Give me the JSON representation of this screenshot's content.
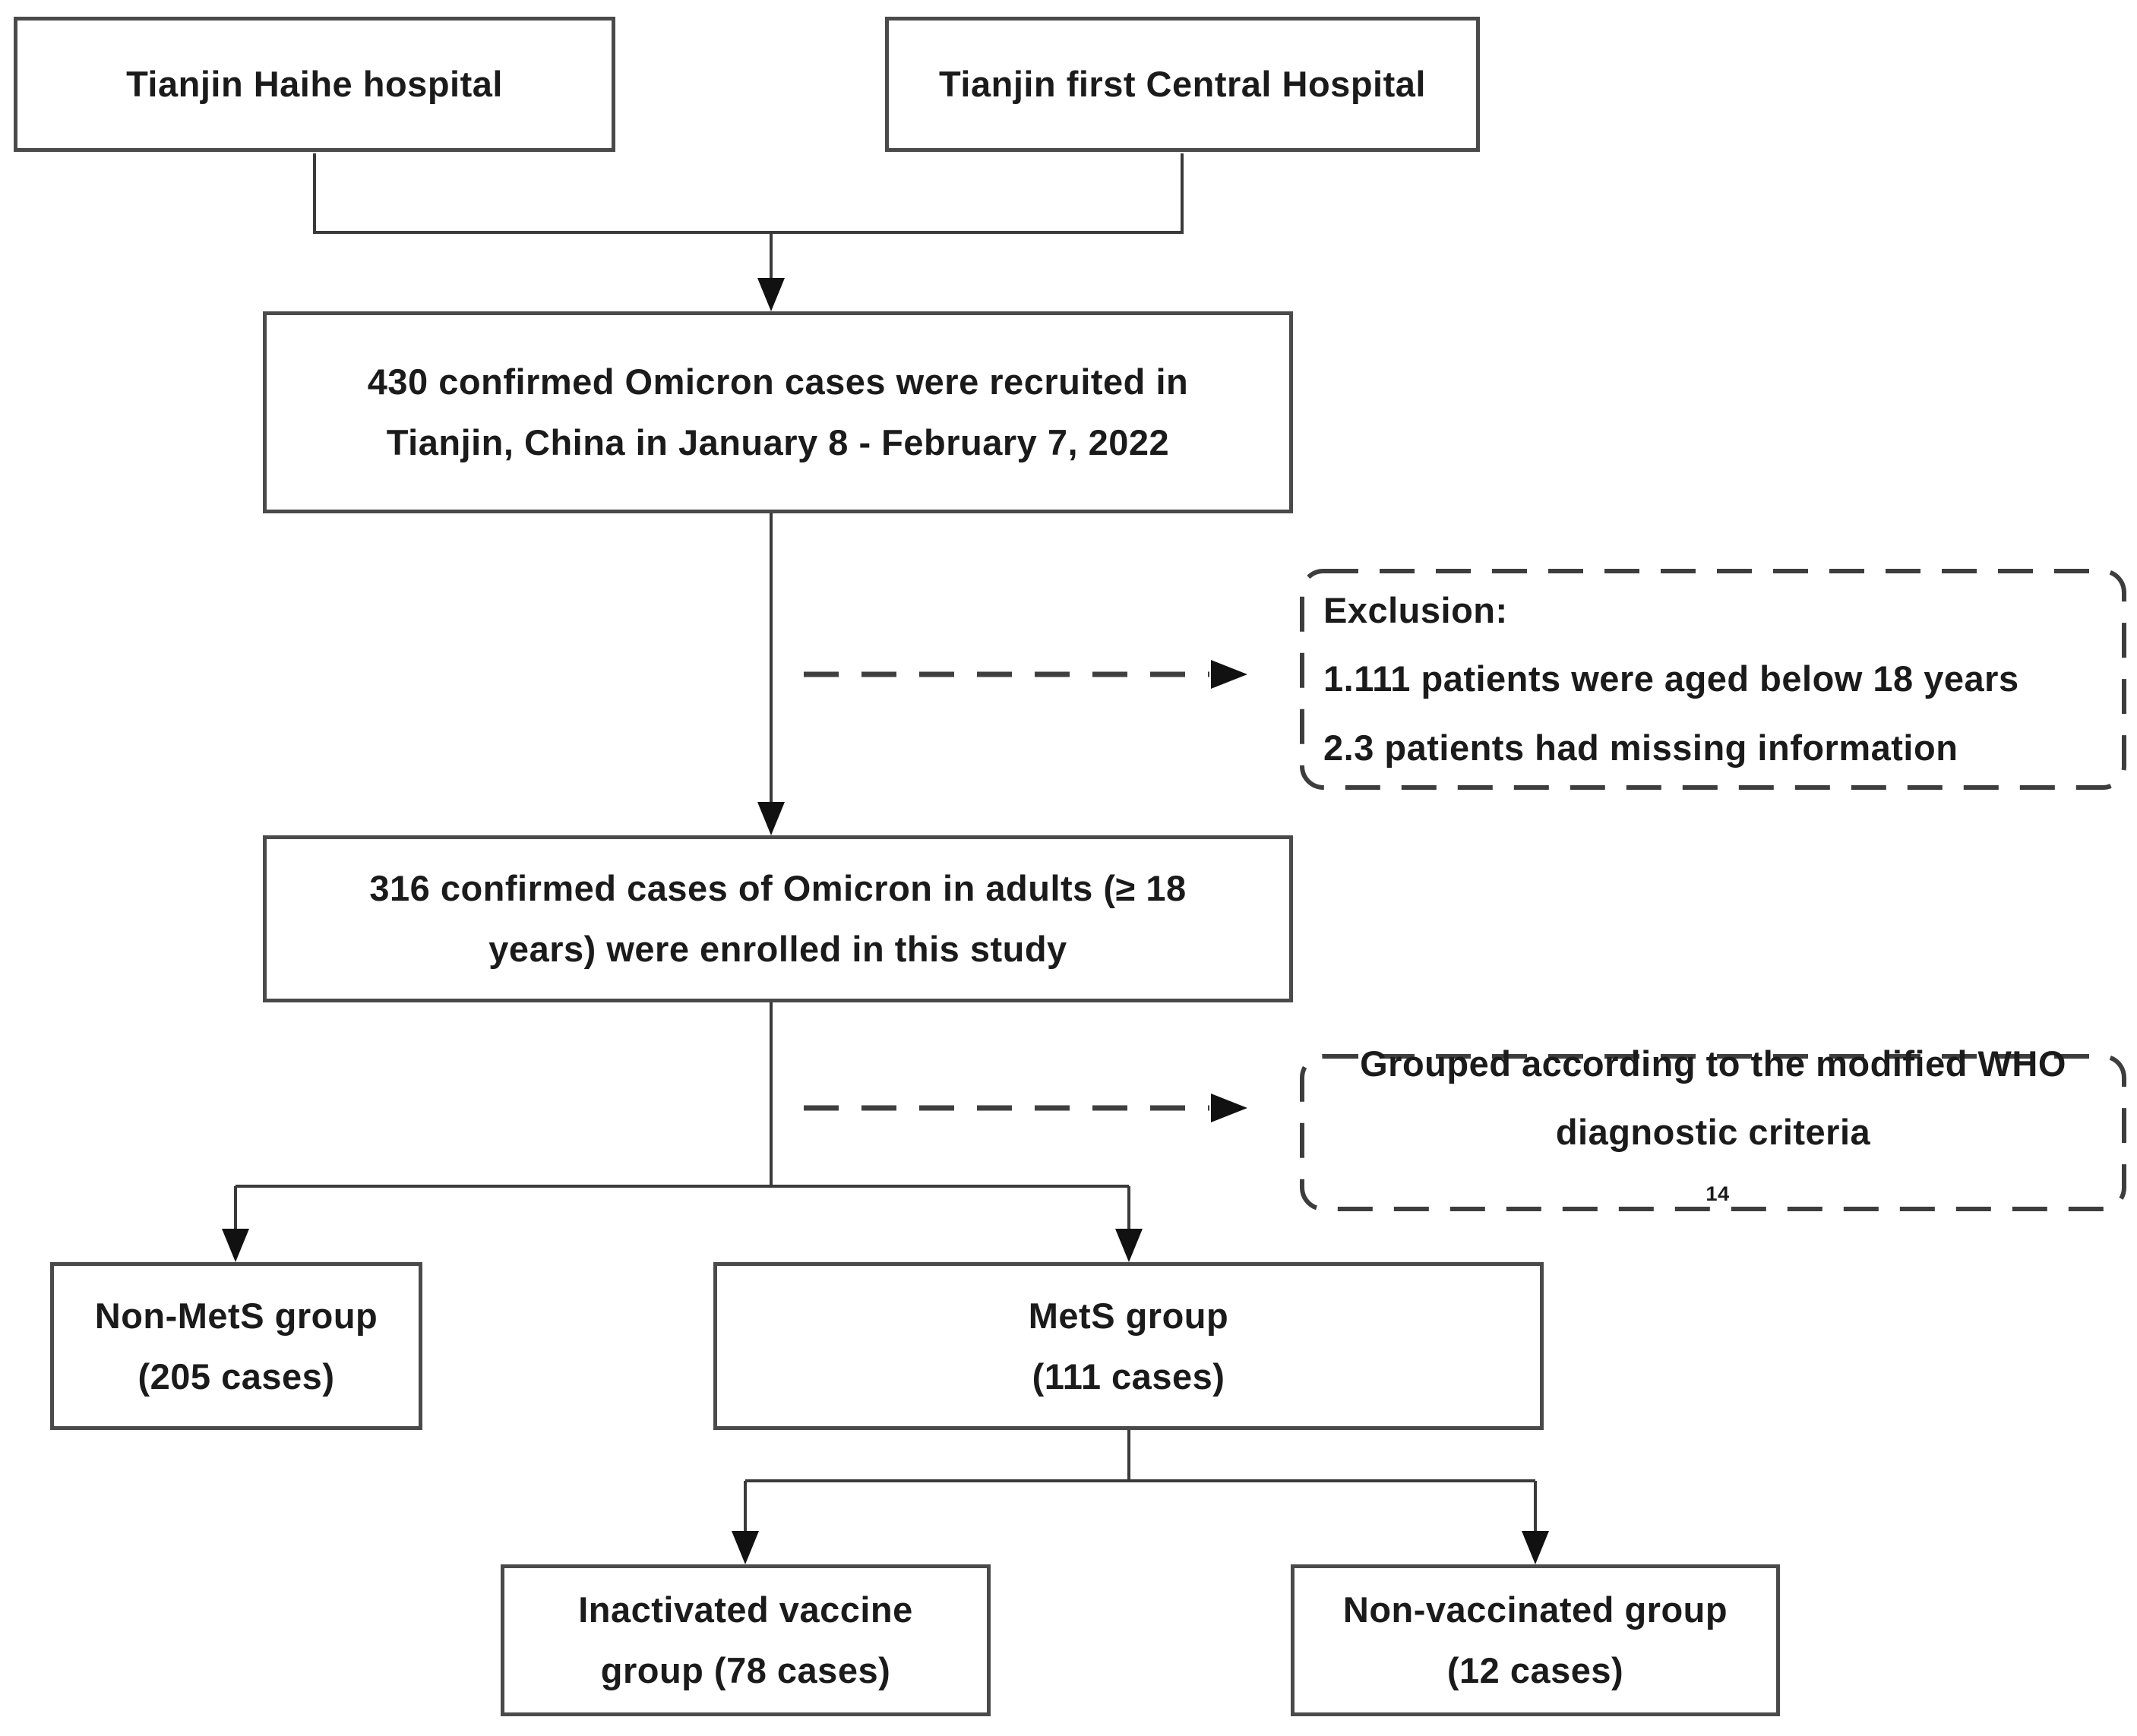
{
  "figure": {
    "type": "study-flow-diagram",
    "colors": {
      "background": "#ffffff",
      "box_border": "#4a4a4a",
      "dashed_border": "#3d3d3d",
      "connector_line": "#3a3a3a",
      "arrowhead": "#111111",
      "text": "#1b1b1b"
    },
    "nodes": {
      "hospital_left": {
        "label": "Tianjin Haihe hospital"
      },
      "hospital_right": {
        "label": "Tianjin first Central Hospital"
      },
      "recruited": {
        "line1": "430 confirmed Omicron cases were recruited in",
        "line2": "Tianjin, China in January 8 - February 7, 2022"
      },
      "exclusion": {
        "line1": "Exclusion:",
        "line2": "1.111 patients were aged below 18 years",
        "line3": "2.3 patients had missing information"
      },
      "enrolled": {
        "line1": "316 confirmed cases of Omicron in adults (≥ 18",
        "line2": "years) were enrolled in this study"
      },
      "grouping": {
        "line1": "Grouped according to the modified WHO",
        "line2": "diagnostic criteria",
        "superscript": "14"
      },
      "non_mets": {
        "line1": "Non-MetS group",
        "line2": "(205 cases)"
      },
      "mets": {
        "line1": "MetS group",
        "line2": "(111 cases)"
      },
      "vaccine": {
        "line1": "Inactivated vaccine",
        "line2": "group (78 cases)"
      },
      "non_vaccinated": {
        "line1": "Non-vaccinated group",
        "line2": "(12 cases)"
      }
    }
  }
}
